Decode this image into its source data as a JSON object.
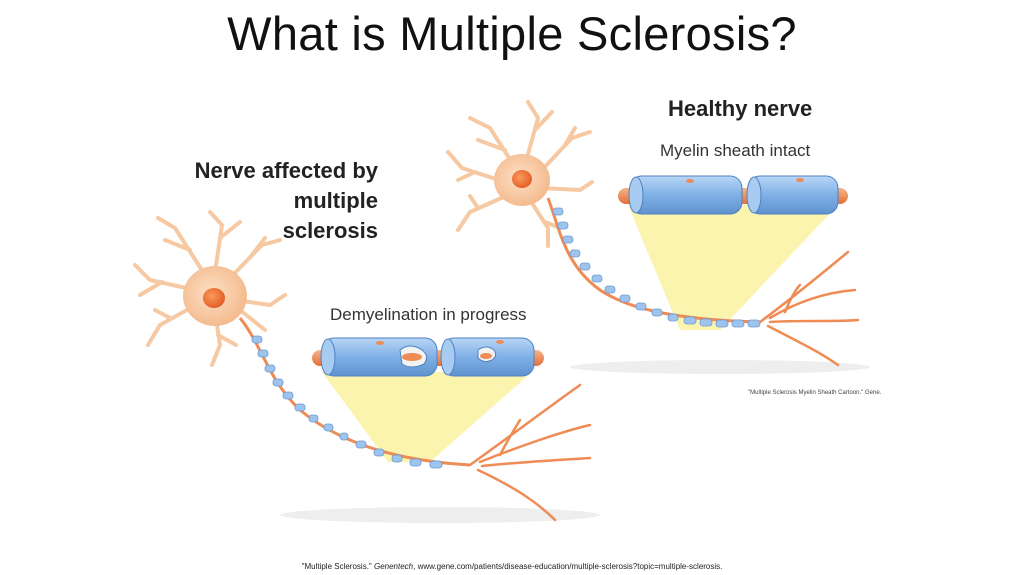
{
  "slide": {
    "title": "What is Multiple Sclerosis?"
  },
  "healthy": {
    "title": "Healthy nerve",
    "subtitle": "Myelin sheath intact"
  },
  "ms": {
    "title_lines": [
      "Nerve affected by",
      "multiple",
      "sclerosis"
    ],
    "subtitle": "Demyelination in progress"
  },
  "image_credit": "\"Multiple Sclerosis Myelin Sheath Cartoon.\" Gene.",
  "citation": {
    "prefix": "\"Multiple Sclerosis.\" ",
    "source": "Genentech",
    "suffix": ", www.gene.com/patients/disease-education/multiple-sclerosis?topic=multiple-sclerosis."
  },
  "colors": {
    "neuron": "#f6c9a3",
    "nucleus": "#f07a3a",
    "myelin": "#8cb8ea",
    "axon": "#ef8b55",
    "magnify": "#fbf3a6"
  }
}
